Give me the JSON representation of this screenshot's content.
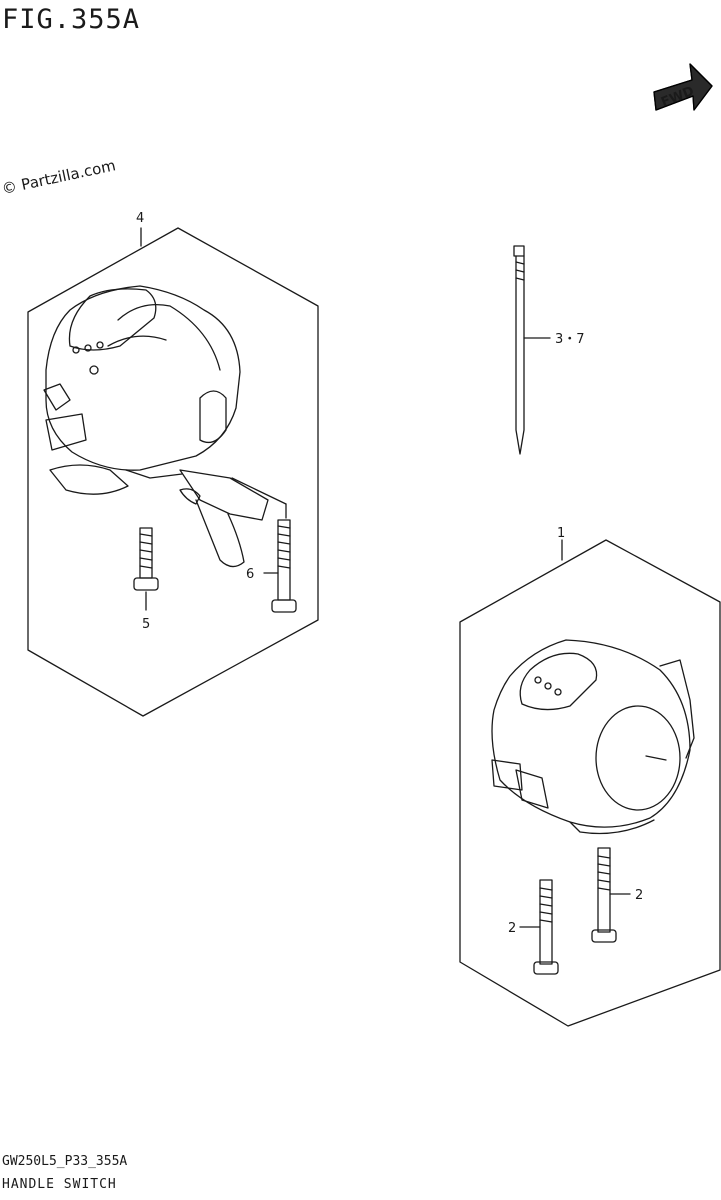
{
  "figure": {
    "title": "FIG.355A",
    "copyright": "© Partzilla.com",
    "fwd_label": "FWD",
    "code": "GW250L5_P33_355A",
    "name": "HANDLE SWITCH"
  },
  "callouts": [
    {
      "id": "4",
      "label": "4"
    },
    {
      "id": "3-7",
      "label": "3・7"
    },
    {
      "id": "1",
      "label": "1"
    },
    {
      "id": "6",
      "label": "6"
    },
    {
      "id": "5",
      "label": "5"
    },
    {
      "id": "2a",
      "label": "2"
    },
    {
      "id": "2b",
      "label": "2"
    }
  ]
}
